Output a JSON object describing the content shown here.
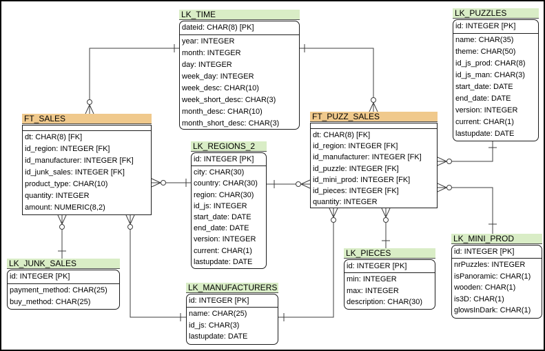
{
  "colors": {
    "lookup_table_header": "#d9edc6",
    "fact_table_header": "#f0c98c",
    "table_border": "#1a1a1a",
    "relationship_line": "#3c3c3c",
    "background": "#ffffff",
    "canvas_border": "#000000"
  },
  "notation": {
    "one_end": "tick",
    "many_end": "crow-foot-with-circle"
  },
  "tables": [
    {
      "name": "LK_TIME",
      "kind": "lookup",
      "pk": [
        "dateid: CHAR(8)  [PK]"
      ],
      "fields": [
        "year: INTEGER",
        "month: INTEGER",
        "day: INTEGER",
        "week_day: INTEGER",
        "week_desc: CHAR(10)",
        "week_short_desc: CHAR(3)",
        "month_desc: CHAR(10)",
        "month_short_desc: CHAR(3)"
      ]
    },
    {
      "name": "LK_PUZZLES",
      "kind": "lookup",
      "pk": [
        "id: INTEGER  [PK]"
      ],
      "fields": [
        "name: CHAR(35)",
        "theme: CHAR(50)",
        "id_js_prod: CHAR(8)",
        "id_js_man: CHAR(3)",
        "start_date: DATE",
        "end_date: DATE",
        "version: INTEGER",
        "current: CHAR(1)",
        "lastupdate: DATE"
      ]
    },
    {
      "name": "FT_SALES",
      "kind": "fact",
      "pk": [],
      "fields": [
        "dt: CHAR(8)  [FK]",
        "id_region: INTEGER  [FK]",
        "id_manufacturer: INTEGER  [FK]",
        "id_junk_sales: INTEGER  [FK]",
        "product_type: CHAR(10)",
        "quantity: INTEGER",
        "amount: NUMERIC(8,2)"
      ]
    },
    {
      "name": "LK_REGIONS_2",
      "kind": "lookup",
      "pk": [
        "id: INTEGER  [PK]"
      ],
      "fields": [
        "city: CHAR(30)",
        "country: CHAR(30)",
        "region: CHAR(30)",
        "id_js: INTEGER",
        "start_date: DATE",
        "end_date: DATE",
        "version: INTEGER",
        "current: CHAR(1)",
        "lastupdate: DATE"
      ]
    },
    {
      "name": "FT_PUZZ_SALES",
      "kind": "fact",
      "pk": [],
      "fields": [
        "dt: CHAR(8)  [FK]",
        "id_region: INTEGER  [FK]",
        "id_manufacturer: INTEGER  [FK]",
        "id_puzzle: INTEGER  [FK]",
        "id_mini_prod: INTEGER  [FK]",
        "id_pieces: INTEGER  [FK]",
        "quantity: INTEGER"
      ]
    },
    {
      "name": "LK_JUNK_SALES",
      "kind": "lookup",
      "pk": [
        "id: INTEGER  [PK]"
      ],
      "fields": [
        "payment_method: CHAR(25)",
        "buy_method: CHAR(25)"
      ]
    },
    {
      "name": "LK_MANUFACTURERS",
      "kind": "lookup",
      "pk": [
        "id: INTEGER  [PK]"
      ],
      "fields": [
        "name: CHAR(25)",
        "id_js: CHAR(3)",
        "lastupdate: DATE"
      ]
    },
    {
      "name": "LK_PIECES",
      "kind": "lookup",
      "pk": [
        "id: INTEGER  [PK]"
      ],
      "fields": [
        "min: INTEGER",
        "max: INTEGER",
        "description: CHAR(30)"
      ]
    },
    {
      "name": "LK_MINI_PROD",
      "kind": "lookup",
      "pk": [
        "id: INTEGER  [PK]"
      ],
      "fields": [
        "nrPuzzles: INTEGER",
        "isPanoramic: CHAR(1)",
        "wooden: CHAR(1)",
        "is3D: CHAR(1)",
        "glowsInDark: CHAR(1)"
      ]
    }
  ],
  "relationships": [
    {
      "parent": "LK_TIME",
      "child": "FT_SALES",
      "parent_end": "one",
      "child_end": "zero-or-many"
    },
    {
      "parent": "LK_TIME",
      "child": "FT_PUZZ_SALES",
      "parent_end": "one",
      "child_end": "zero-or-many"
    },
    {
      "parent": "LK_REGIONS_2",
      "child": "FT_SALES",
      "parent_end": "one",
      "child_end": "zero-or-many"
    },
    {
      "parent": "LK_REGIONS_2",
      "child": "FT_PUZZ_SALES",
      "parent_end": "one",
      "child_end": "zero-or-many"
    },
    {
      "parent": "LK_JUNK_SALES",
      "child": "FT_SALES",
      "parent_end": "one",
      "child_end": "zero-or-many"
    },
    {
      "parent": "LK_MANUFACTURERS",
      "child": "FT_SALES",
      "parent_end": "one",
      "child_end": "zero-or-many"
    },
    {
      "parent": "LK_PUZZLES",
      "child": "FT_PUZZ_SALES",
      "parent_end": "one",
      "child_end": "zero-or-many"
    },
    {
      "parent": "LK_MINI_PROD",
      "child": "FT_PUZZ_SALES",
      "parent_end": "one",
      "child_end": "zero-or-many"
    },
    {
      "parent": "LK_PIECES",
      "child": "FT_PUZZ_SALES",
      "parent_end": "one",
      "child_end": "zero-or-many"
    },
    {
      "parent": "LK_MANUFACTURERS",
      "child": "FT_PUZZ_SALES",
      "parent_end": "one",
      "child_end": "zero-or-many"
    }
  ]
}
